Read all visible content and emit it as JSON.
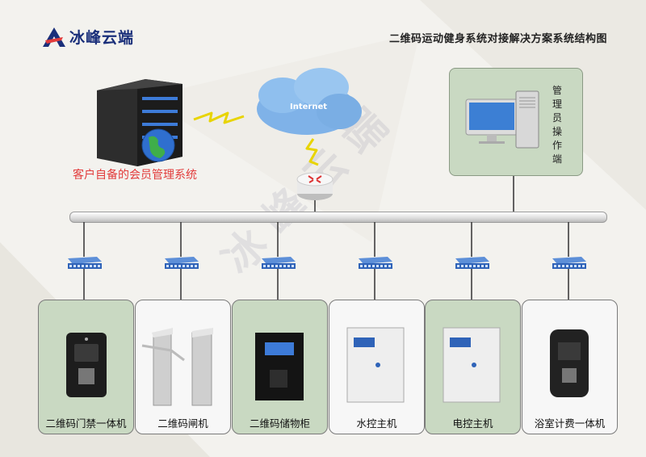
{
  "header": {
    "logo_text": "冰峰云端",
    "title": "二维码运动健身系统对接解决方案系统结构图"
  },
  "server": {
    "label": "客户自备的会员管理系统",
    "icon": "server-icon"
  },
  "cloud": {
    "label": "Internet"
  },
  "admin": {
    "label": "管理员操作端"
  },
  "watermark": "冰峰云端",
  "devices": [
    {
      "label": "二维码门禁一体机",
      "bg": "#c9d9c2"
    },
    {
      "label": "二维码闸机",
      "bg": "#f7f7f7"
    },
    {
      "label": "二维码储物柜",
      "bg": "#c9d9c2"
    },
    {
      "label": "水控主机",
      "bg": "#f7f7f7"
    },
    {
      "label": "电控主机",
      "bg": "#c9d9c2"
    },
    {
      "label": "浴室计费一体机",
      "bg": "#f7f7f7"
    }
  ],
  "colors": {
    "brand": "#1a2f7a",
    "accent": "#e23b3b",
    "green_panel": "#c9d9c2"
  }
}
